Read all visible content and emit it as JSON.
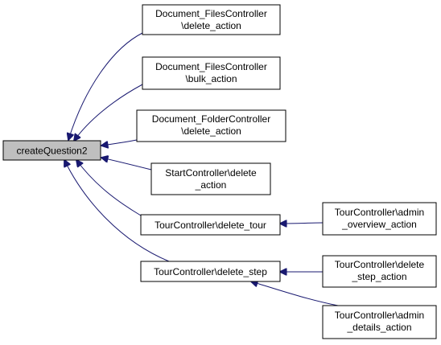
{
  "colors": {
    "edge": "#191970",
    "root_fill": "#bfbfbf",
    "node_fill": "#ffffff",
    "border": "#000000"
  },
  "nodes": {
    "root": {
      "lines": [
        "createQuestion2"
      ]
    },
    "files_delete": {
      "lines": [
        "Document_FilesController",
        "\\delete_action"
      ]
    },
    "files_bulk": {
      "lines": [
        "Document_FilesController",
        "\\bulk_action"
      ]
    },
    "folder_delete": {
      "lines": [
        "Document_FolderController",
        "\\delete_action"
      ]
    },
    "start_delete": {
      "lines": [
        "StartController\\delete",
        "_action"
      ]
    },
    "tour_delete_tour": {
      "lines": [
        "TourController\\delete_tour"
      ]
    },
    "tour_delete_step": {
      "lines": [
        "TourController\\delete_step"
      ]
    },
    "tour_admin_overview": {
      "lines": [
        "TourController\\admin",
        "_overview_action"
      ]
    },
    "tour_delete_step_action": {
      "lines": [
        "TourController\\delete",
        "_step_action"
      ]
    },
    "tour_admin_details": {
      "lines": [
        "TourController\\admin",
        "_details_action"
      ]
    }
  },
  "edges": [
    {
      "from": "files_delete",
      "to": "root"
    },
    {
      "from": "files_bulk",
      "to": "root"
    },
    {
      "from": "folder_delete",
      "to": "root"
    },
    {
      "from": "start_delete",
      "to": "root"
    },
    {
      "from": "tour_delete_tour",
      "to": "root"
    },
    {
      "from": "tour_delete_step",
      "to": "root"
    },
    {
      "from": "tour_admin_overview",
      "to": "tour_delete_tour"
    },
    {
      "from": "tour_delete_step_action",
      "to": "tour_delete_step"
    },
    {
      "from": "tour_admin_details",
      "to": "tour_delete_step"
    }
  ]
}
